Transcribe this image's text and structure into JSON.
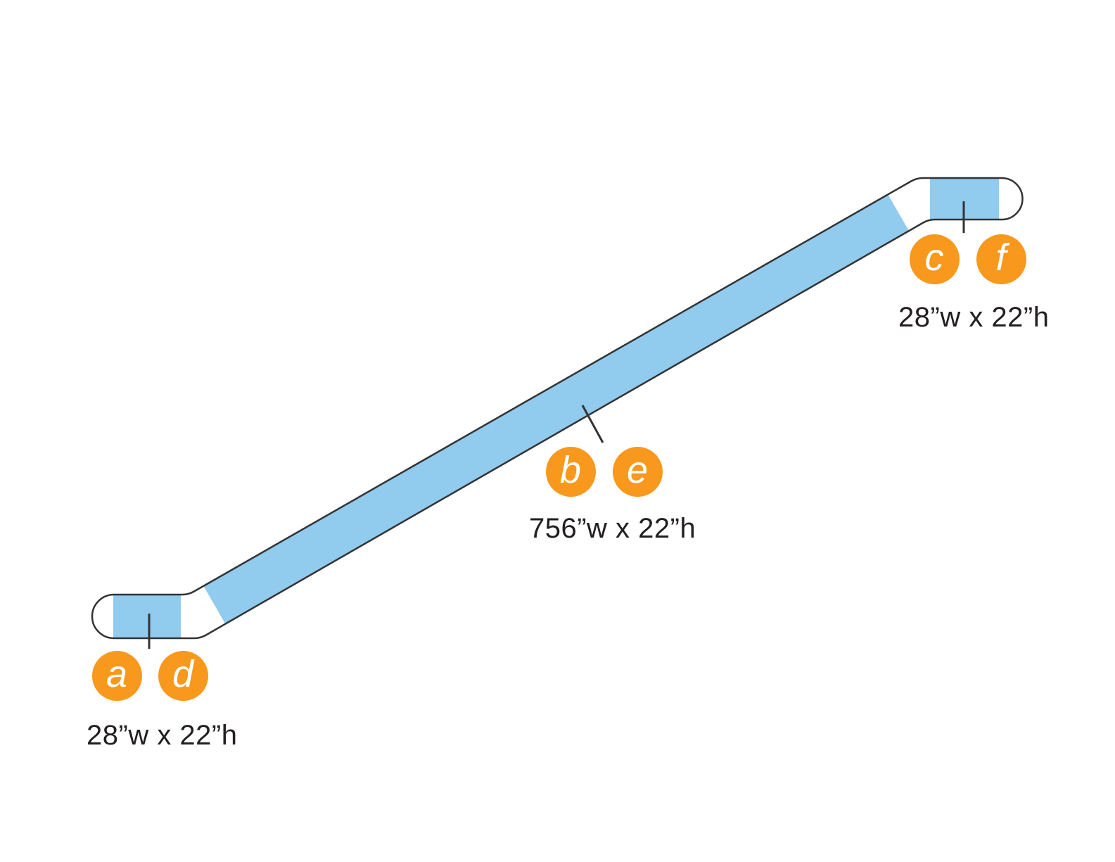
{
  "colors": {
    "badge": "#F8981D",
    "highlight": "#91CBEE",
    "outline": "#333333",
    "label_text": "#231F20",
    "background": "#FFFFFF"
  },
  "callouts": {
    "bottom_left": {
      "badge_1": "a",
      "badge_2": "d",
      "dimension": "28”w x 22”h"
    },
    "middle": {
      "badge_1": "b",
      "badge_2": "e",
      "dimension": "756”w x 22”h"
    },
    "top_right": {
      "badge_1": "c",
      "badge_2": "f",
      "dimension": "28”w x 22”h"
    }
  }
}
